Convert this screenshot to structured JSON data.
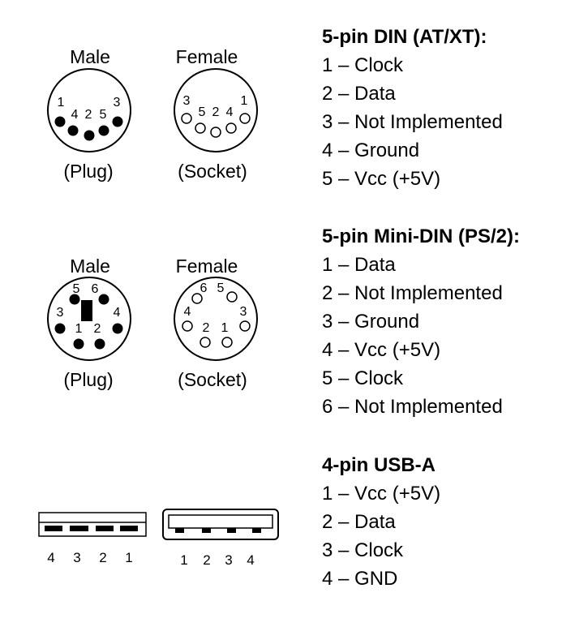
{
  "din": {
    "male": {
      "title": "Male",
      "sub": "(Plug)",
      "pins": [
        "1",
        "4",
        "2",
        "5",
        "3"
      ]
    },
    "female": {
      "title": "Female",
      "sub": "(Socket)",
      "pins": [
        "3",
        "5",
        "2",
        "4",
        "1"
      ]
    },
    "legend": {
      "title": "5-pin DIN (AT/XT):",
      "rows": [
        "1 – Clock",
        "2 – Data",
        "3 – Not Implemented",
        "4 – Ground",
        "5 – Vcc (+5V)"
      ]
    }
  },
  "minidin": {
    "male": {
      "title": "Male",
      "sub": "(Plug)",
      "pins": [
        "5",
        "6",
        "3",
        "4",
        "1",
        "2"
      ]
    },
    "female": {
      "title": "Female",
      "sub": "(Socket)",
      "pins": [
        "6",
        "5",
        "4",
        "3",
        "2",
        "1"
      ]
    },
    "legend": {
      "title": "5-pin Mini-DIN (PS/2):",
      "rows": [
        "1 – Data",
        "2 – Not Implemented",
        "3 – Ground",
        "4 – Vcc (+5V)",
        "5 – Clock",
        "6 – Not Implemented"
      ]
    }
  },
  "usb": {
    "plug": {
      "pins": [
        "4",
        "3",
        "2",
        "1"
      ]
    },
    "socket": {
      "pins": [
        "1",
        "2",
        "3",
        "4"
      ]
    },
    "legend": {
      "title": "4-pin USB-A",
      "rows": [
        "1 – Vcc (+5V)",
        "2 – Data",
        "3 – Clock",
        "4 – GND"
      ]
    }
  }
}
